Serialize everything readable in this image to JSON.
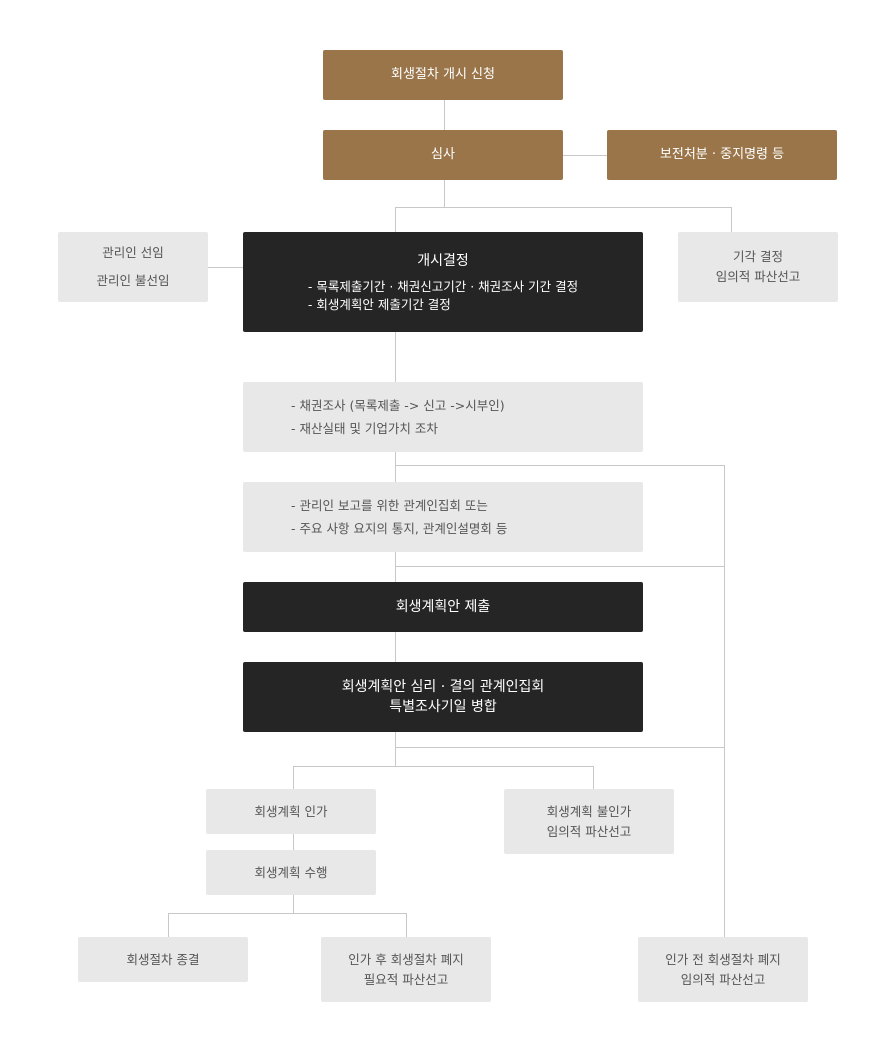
{
  "flow": {
    "application": "회생절차 개시 신청",
    "review": "심사",
    "preservation": "보전처분 · 중지명령 등",
    "administrator": [
      "관리인 선임",
      "관리인 불선임"
    ],
    "dismissal": [
      "기각 결정",
      "임의적 파산선고"
    ],
    "commencement": {
      "title": "개시결정",
      "items": [
        "- 목록제출기간 · 채권신고기간 · 채권조사 기간 결정",
        "- 회생계획안 제출기간 결정"
      ]
    },
    "investigation": [
      "- 채권조사 (목록제출 -> 신고 ->시부인)",
      "- 재산실태 및 기업가치 조차"
    ],
    "meeting": [
      "- 관리인 보고를 위한 관계인집회 또는",
      "- 주요 사항 요지의 통지, 관계인설명회 등"
    ],
    "plan_submission": "회생계획안 제출",
    "plan_hearing": [
      "회생계획안 심리 · 결의 관계인집회",
      "특별조사기일 병합"
    ],
    "approval": "회생계획 인가",
    "disapproval": [
      "회생계획 불인가",
      "임의적 파산선고"
    ],
    "execution": "회생계획 수행",
    "termination": "회생절차 종결",
    "post_abolition": [
      "인가 후 회생절차 폐지",
      "필요적 파산선고"
    ],
    "pre_abolition": [
      "인가 전 회생절차 폐지",
      "임의적 파산선고"
    ]
  }
}
